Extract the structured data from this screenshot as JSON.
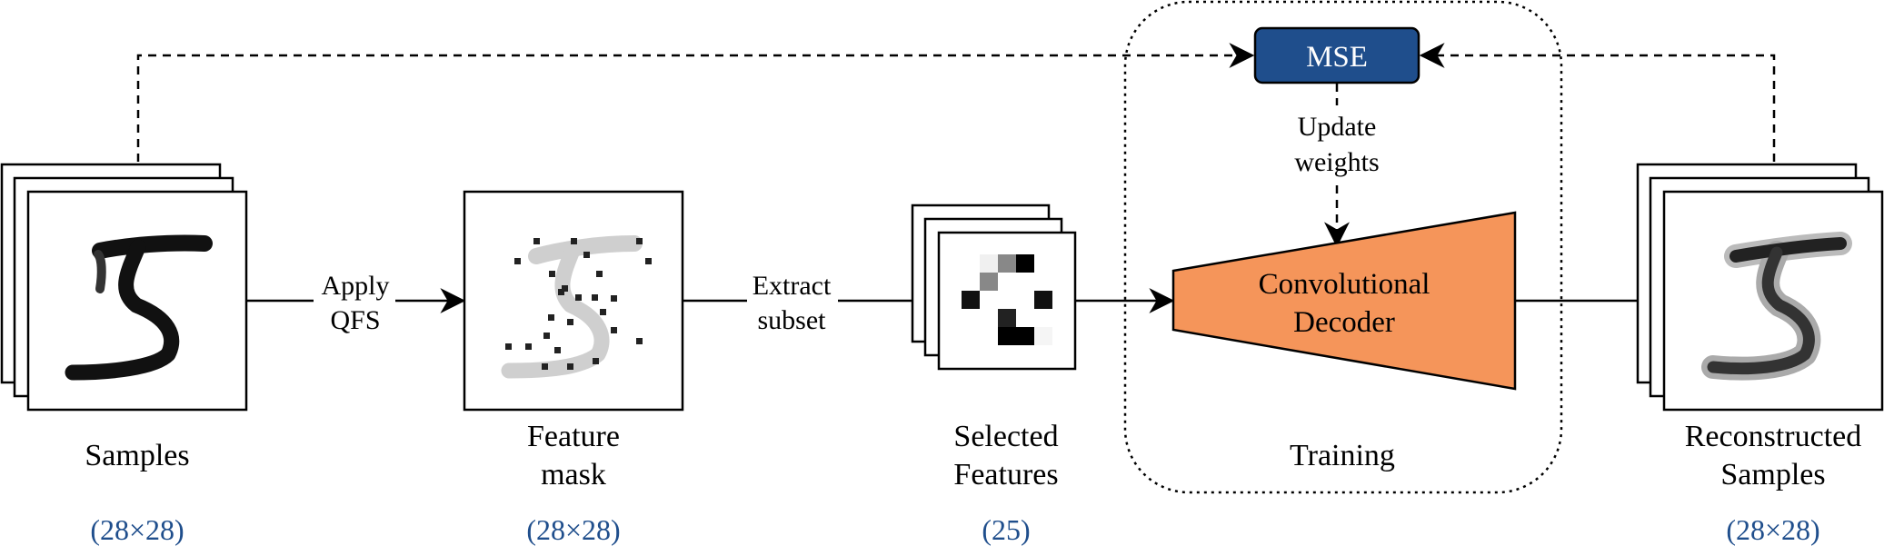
{
  "nodes": {
    "samples": {
      "label_line1": "Samples",
      "dim": "(28×28)"
    },
    "feature_mask": {
      "label_line1": "Feature",
      "label_line2": "mask",
      "dim": "(28×28)"
    },
    "selected_features": {
      "label_line1": "Selected",
      "label_line2": "Features",
      "dim": "(25)"
    },
    "decoder": {
      "label_line1": "Convolutional",
      "label_line2": "Decoder",
      "color": "#f5955a"
    },
    "mse": {
      "label": "MSE",
      "color": "#1f4e8c"
    },
    "training": {
      "label": "Training"
    },
    "reconstructed": {
      "label_line1": "Reconstructed",
      "label_line2": "Samples",
      "dim": "(28×28)"
    }
  },
  "edges": {
    "apply_qfs": {
      "line1": "Apply",
      "line2": "QFS"
    },
    "extract_subset": {
      "line1": "Extract",
      "line2": "subset"
    },
    "update_weights": {
      "line1": "Update",
      "line2": "weights"
    }
  },
  "colors": {
    "dimension_text": "#1f4e8c",
    "mse_fill": "#1f4e8c",
    "decoder_fill": "#f5955a"
  }
}
